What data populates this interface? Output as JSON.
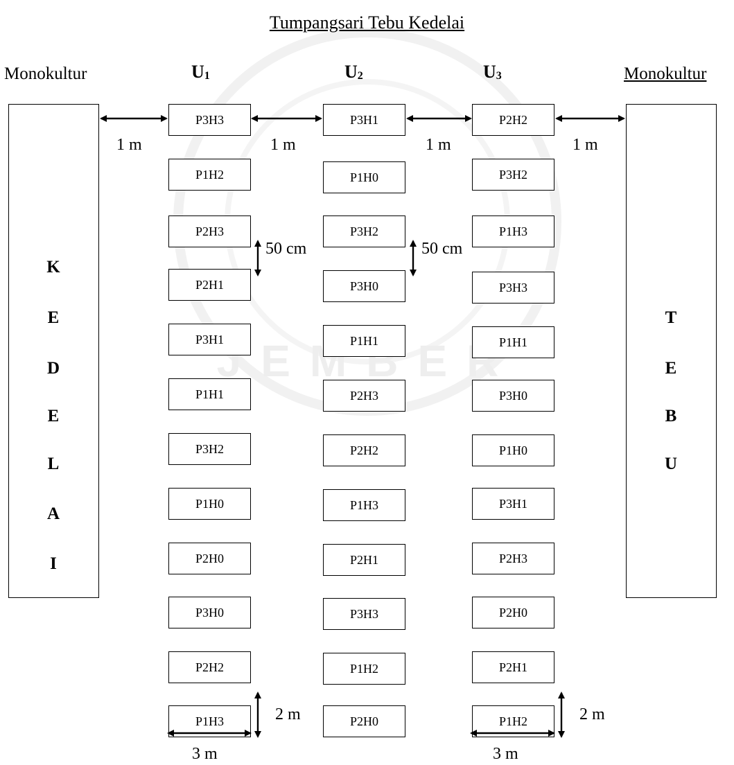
{
  "title": "Tumpangsari Tebu Kedelai",
  "left_label": "Monokultur",
  "right_label": "Monokultur",
  "columns": [
    {
      "label": "U",
      "sub": "1"
    },
    {
      "label": "U",
      "sub": "2"
    },
    {
      "label": "U",
      "sub": "3"
    }
  ],
  "left_block_letters": [
    "K",
    "E",
    "D",
    "E",
    "L",
    "A",
    "I"
  ],
  "right_block_letters": [
    "T",
    "E",
    "B",
    "U"
  ],
  "u1_plots": [
    "P3H3",
    "P1H2",
    "P2H3",
    "P2H1",
    "P3H1",
    "P1H1",
    "P3H2",
    "P1H0",
    "P2H0",
    "P3H0",
    "P2H2",
    "P1H3"
  ],
  "u2_plots": [
    "P3H1",
    "P1H0",
    "P3H2",
    "P3H0",
    "P1H1",
    "P2H3",
    "P2H2",
    "P1H3",
    "P2H1",
    "P3H3",
    "P1H2",
    "P2H0"
  ],
  "u3_plots": [
    "P2H2",
    "P3H2",
    "P1H3",
    "P3H3",
    "P1H1",
    "P3H0",
    "P1H0",
    "P3H1",
    "P2H3",
    "P2H0",
    "P2H1",
    "P1H2"
  ],
  "dimensions": {
    "gap_1": "1 m",
    "gap_2": "1 m",
    "gap_3": "1 m",
    "gap_4": "1 m",
    "row_gap_1": "50 cm",
    "row_gap_2": "50 cm",
    "plot_height_1": "2 m",
    "plot_height_2": "2 m",
    "plot_width_1": "3 m",
    "plot_width_2": "3 m"
  },
  "watermark": "JEMBER"
}
